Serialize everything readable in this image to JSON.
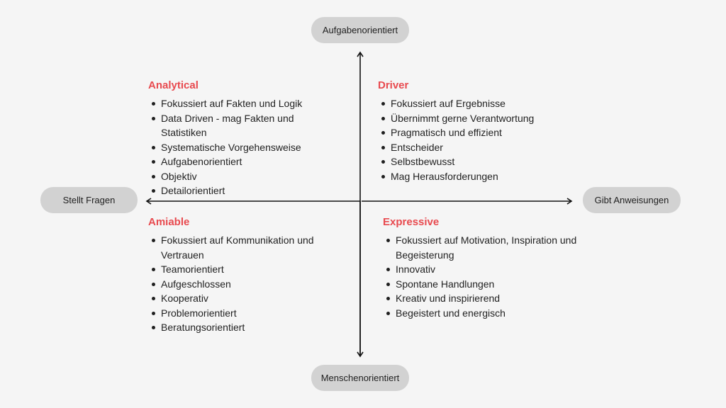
{
  "axes": {
    "top": "Aufgabenorientiert",
    "bottom": "Menschenorientiert",
    "left": "Stellt Fragen",
    "right": "Gibt Anweisungen"
  },
  "colors": {
    "heading": "#e84a4f",
    "pill": "#d2d2d2",
    "background": "#f5f5f5"
  },
  "quadrants": [
    {
      "title": "Analytical",
      "items": [
        "Fokussiert auf Fakten und Logik",
        "Data Driven - mag Fakten und Statistiken",
        "Systematische Vorgehensweise",
        "Aufgabenorientiert",
        "Objektiv",
        "Detailorientiert"
      ]
    },
    {
      "title": "Driver",
      "items": [
        "Fokussiert auf Ergebnisse",
        "Übernimmt gerne Verantwortung",
        "Pragmatisch und effizient",
        "Entscheider",
        "Selbstbewusst",
        "Mag Herausforderungen"
      ]
    },
    {
      "title": "Amiable",
      "items": [
        "Fokussiert auf Kommunikation und Vertrauen",
        "Teamorientiert",
        "Aufgeschlossen",
        "Kooperativ",
        "Problemorientiert",
        "Beratungsorientiert"
      ]
    },
    {
      "title": "Expressive",
      "items": [
        "Fokussiert auf Motivation, Inspiration und Begeisterung",
        "Innovativ",
        "Spontane Handlungen",
        "Kreativ und inspirierend",
        "Begeistert und energisch"
      ]
    }
  ]
}
